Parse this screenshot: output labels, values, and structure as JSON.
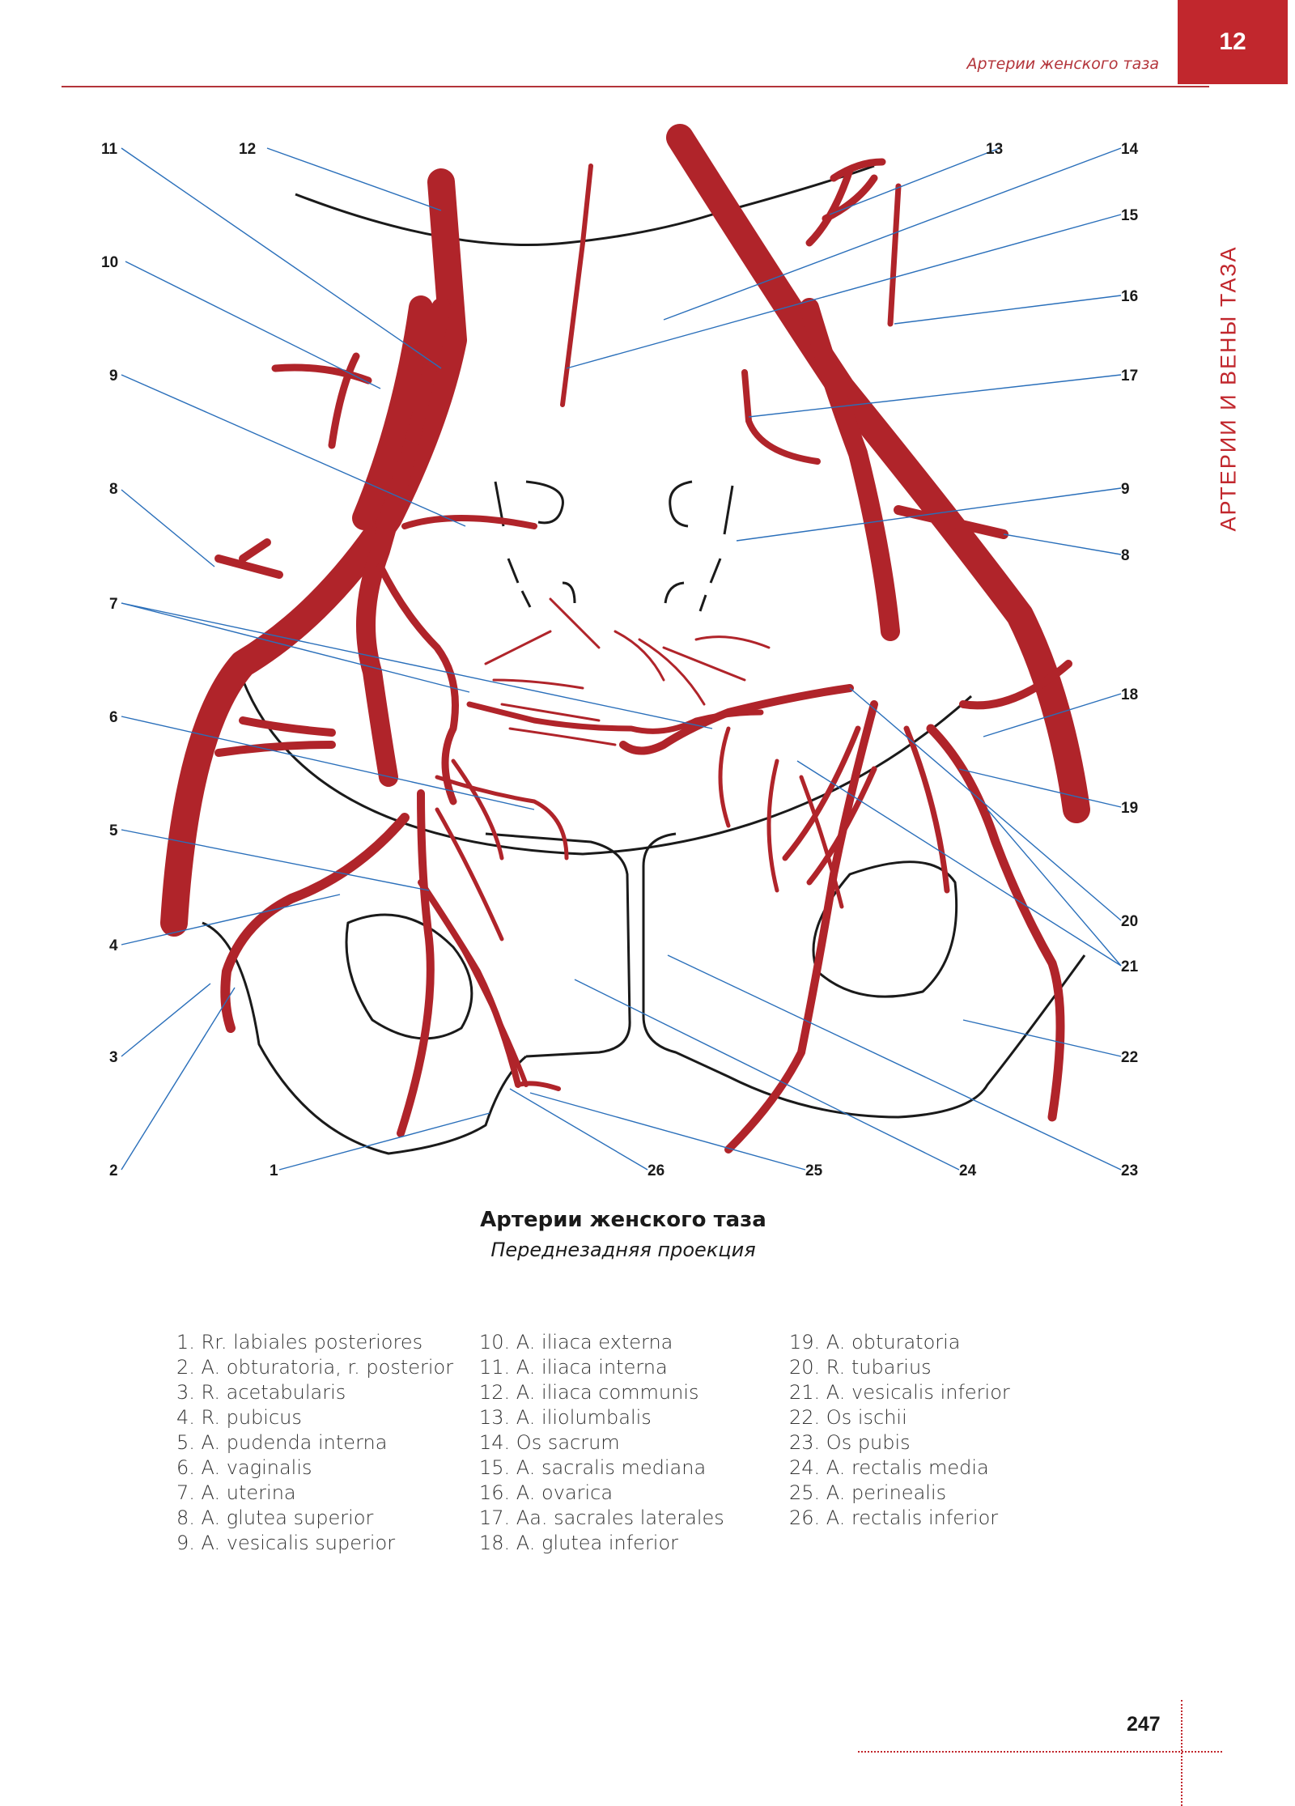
{
  "header": {
    "title": "Артерии женского таза",
    "chapter_number": "12",
    "side_label": "АРТЕРИИ И ВЕНЫ ТАЗА"
  },
  "figure": {
    "caption_title": "Артерии женского таза",
    "caption_subtitle": "Переднезадняя проекция",
    "artery_color": "#b0242a",
    "left_labels": [
      "11",
      "12",
      "10",
      "9",
      "8",
      "7",
      "6",
      "5",
      "4",
      "3",
      "2",
      "1"
    ],
    "right_labels": [
      "13",
      "14",
      "15",
      "16",
      "17",
      "9",
      "8",
      "18",
      "19",
      "20",
      "21",
      "22",
      "23"
    ],
    "bottom_labels": [
      "26",
      "25",
      "24"
    ]
  },
  "legend": {
    "col1": [
      "1.  Rr. labiales posteriores",
      "2. A. obturatoria, r. posterior",
      "3. R. acetabularis",
      "4. R. pubicus",
      "5. A. pudenda interna",
      "6. A. vaginalis",
      "7. A. uterina",
      "8. A. glutea superior",
      "9. A. vesicalis superior"
    ],
    "col2": [
      "10. A. iliaca externa",
      "11.  A. iliaca interna",
      "12. A. iliaca communis",
      "13. A. iliolumbalis",
      "14. Os sacrum",
      "15. A. sacralis mediana",
      "16. A. ovarica",
      "17. Aa. sacrales laterales",
      "18. A. glutea inferior"
    ],
    "col3": [
      "19. A. obturatoria",
      "20. R. tubarius",
      "21. A. vesicalis inferior",
      "22. Os ischii",
      "23. Os pubis",
      "24. A. rectalis media",
      "25. A. perinealis",
      "26. A. rectalis inferior"
    ]
  },
  "page_number": "247"
}
